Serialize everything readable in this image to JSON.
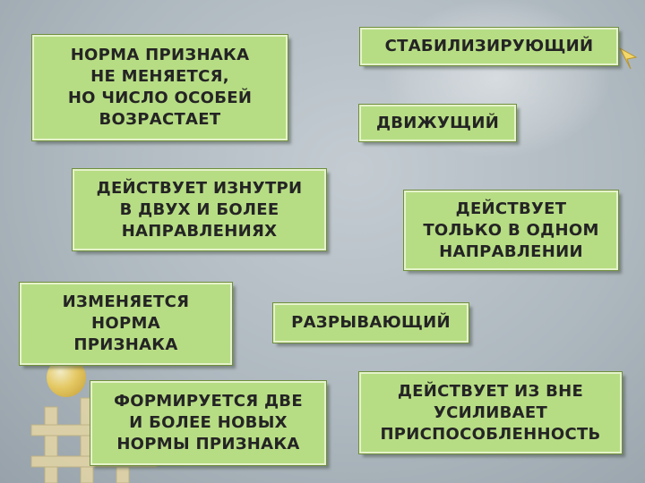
{
  "cards": {
    "norm_not_changing": "НОРМА ПРИЗНАКА\nНЕ МЕНЯЕТСЯ,\nНО ЧИСЛО ОСОБЕЙ\nВОЗРАСТАЕТ",
    "stabilizing": "СТАБИЛИЗИРУЮЩИЙ",
    "driving": "ДВИЖУЩИЙ",
    "acts_inside_two_directions": "ДЕЙСТВУЕТ ИЗНУТРИ\nВ ДВУХ И БОЛЕЕ\nНАПРАВЛЕНИЯХ",
    "acts_one_direction": "ДЕЙСТВУЕТ\nТОЛЬКО В ОДНОМ\nНАПРАВЛЕНИИ",
    "norm_changes": "ИЗМЕНЯЕТСЯ\nНОРМА\nПРИЗНАКА",
    "disruptive": "РАЗРЫВАЮЩИЙ",
    "forms_two_norms": "ФОРМИРУЕТСЯ ДВЕ\nИ БОЛЕЕ НОВЫХ\nНОРМЫ ПРИЗНАКА",
    "acts_outside_increases_fitness": "ДЕЙСТВУЕТ ИЗ ВНЕ\nУСИЛИВАЕТ\nПРИСПОСОБЛЕННОСТЬ"
  },
  "colors": {
    "card_fill": "#b7dd84",
    "card_border": "#6f8f3b",
    "text": "#242424"
  }
}
